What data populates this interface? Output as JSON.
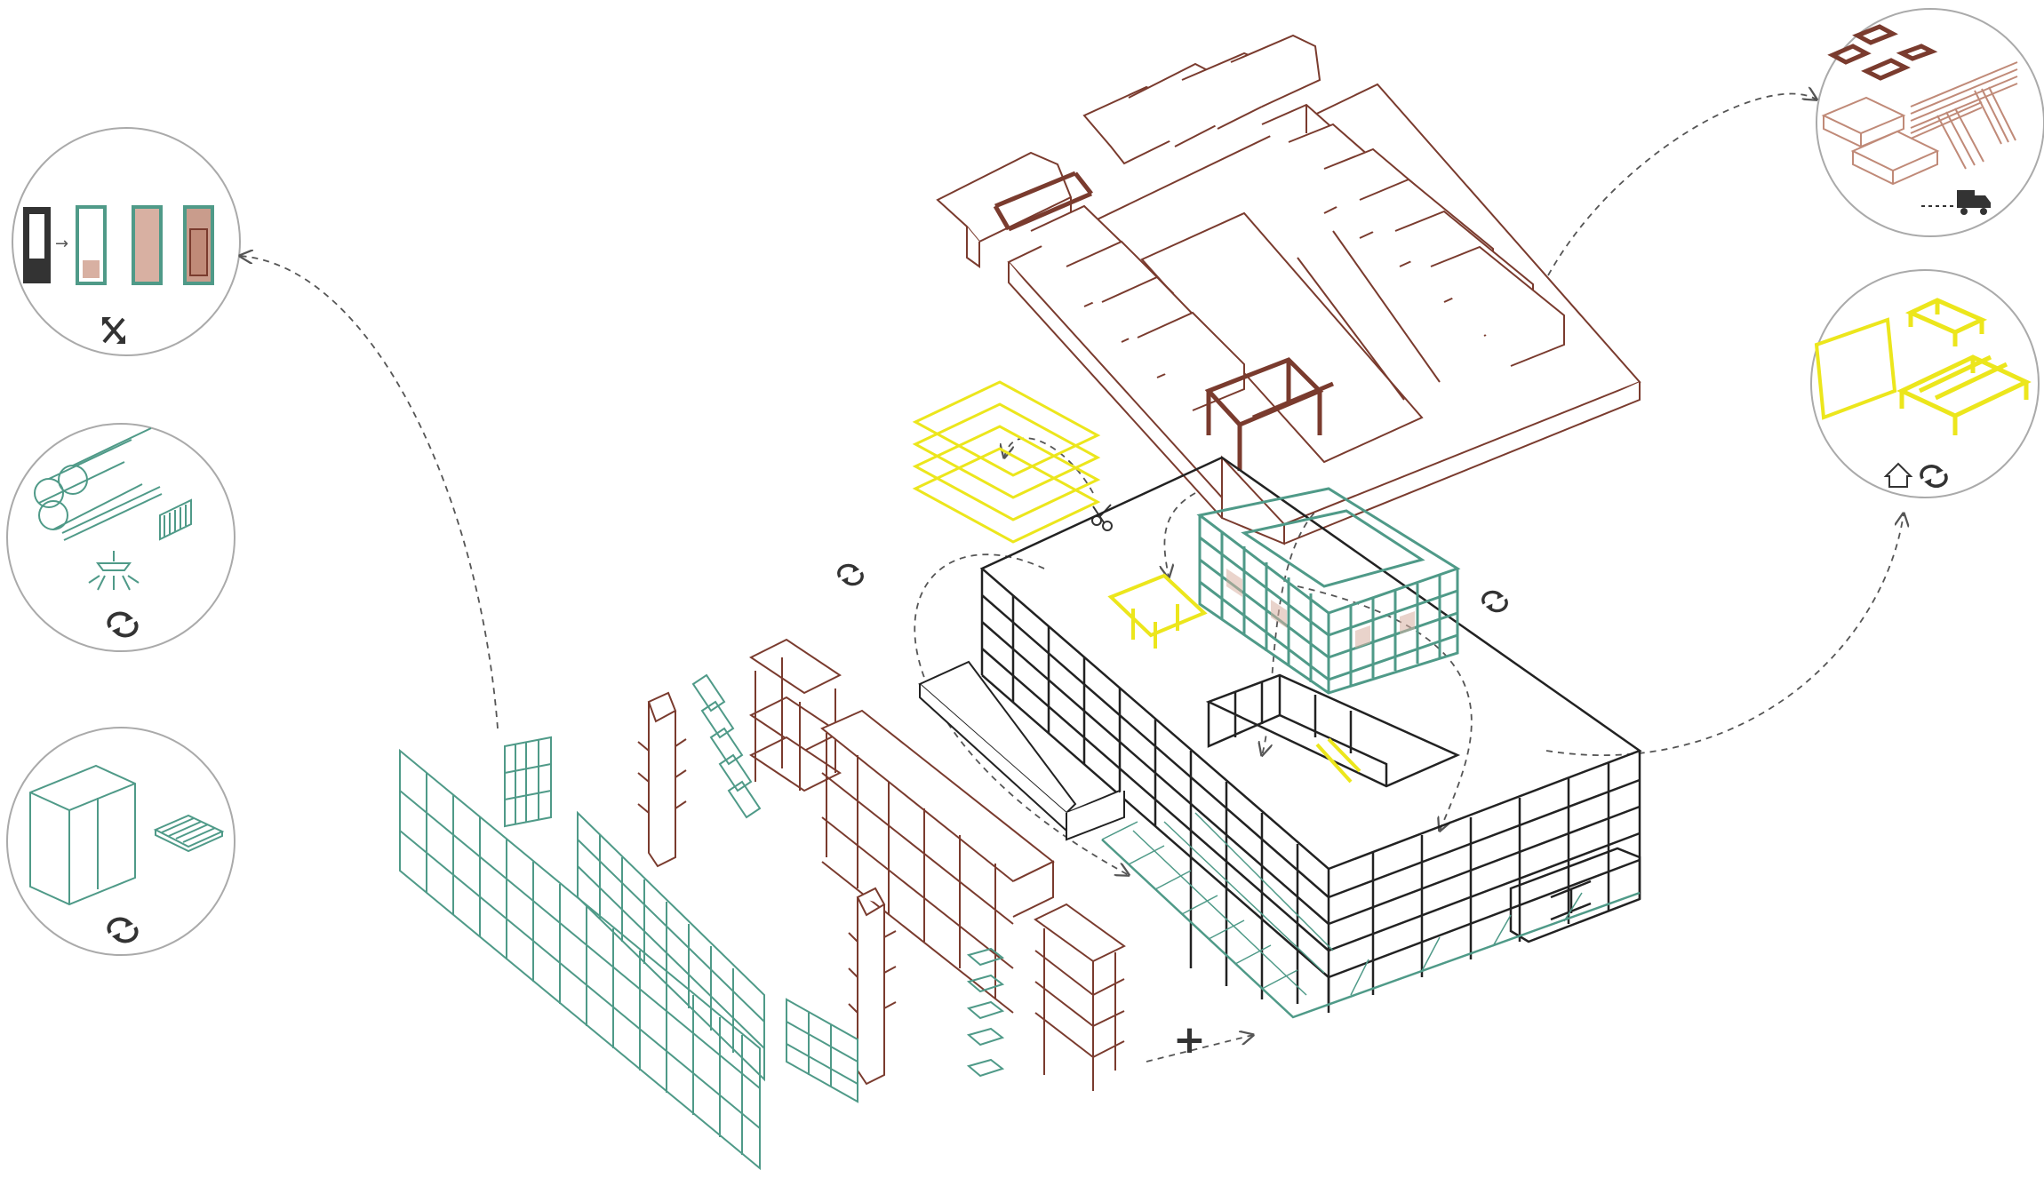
{
  "palette": {
    "brown": "#7a3b2e",
    "brown_fill": "#d8b0a2",
    "teal": "#4f9a88",
    "yellow": "#ece61c",
    "black": "#222222",
    "circle_stroke": "#aaaaaa",
    "arrow_dash": "#555555"
  },
  "symbols": {
    "plus": "+",
    "arrow_small": "→",
    "icons": [
      "recycle-icon",
      "swap-icon",
      "scissors-icon",
      "truck-icon",
      "house-icon"
    ]
  },
  "circles": [
    {
      "id": "facade-circle",
      "content": "window-panels-upgrade",
      "icon": "swap-icon"
    },
    {
      "id": "services-circle",
      "content": "pipes-sprinkler-radiator",
      "icon": "recycle-icon"
    },
    {
      "id": "furniture-circle",
      "content": "cabinet-floor-tile",
      "icon": "recycle-icon"
    },
    {
      "id": "material-circle",
      "content": "timber-beams-stock",
      "icon": "truck-icon"
    },
    {
      "id": "reuse-circle",
      "content": "yellow-frames",
      "icon": "house-recycle-icon"
    }
  ]
}
